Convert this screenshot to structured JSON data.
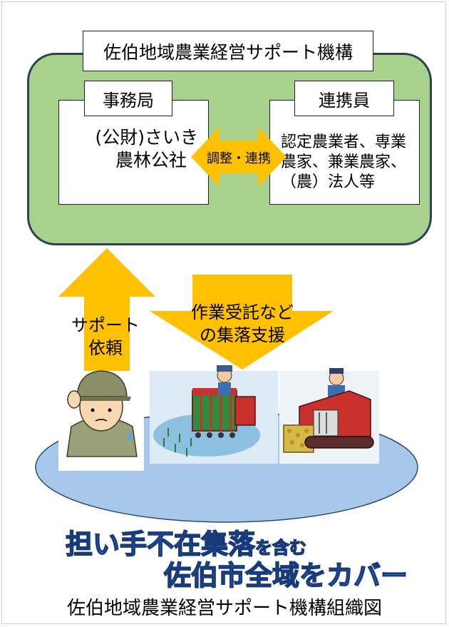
{
  "organization": {
    "name": "佐伯地域農業経営サポート機構",
    "secretariat": {
      "label": "事務局",
      "name_line1": "(公財)さいき",
      "name_line2": "農林公社"
    },
    "members": {
      "label": "連携員",
      "line1": "認定農業者、専業",
      "line2": "農家、兼業農家、",
      "line3": "（農）法人等"
    },
    "link_label": "調整・連携"
  },
  "flows": {
    "up_line1": "サポート",
    "up_line2": "依頼",
    "down_line1": "作業受託など",
    "down_line2": "の集落支援"
  },
  "slogan": {
    "line1_main": "担い手不在集落",
    "line1_suffix": "を含む",
    "line2": "佐伯市全域をカバー"
  },
  "caption": "佐伯地域農業経営サポート機構組織図",
  "colors": {
    "org_fill": "#a9d18e",
    "org_border": "#2e4053",
    "arrow_fill": "#ffc000",
    "region_fill": "#a7c8ea",
    "slogan_fill": "#4a86e8"
  }
}
